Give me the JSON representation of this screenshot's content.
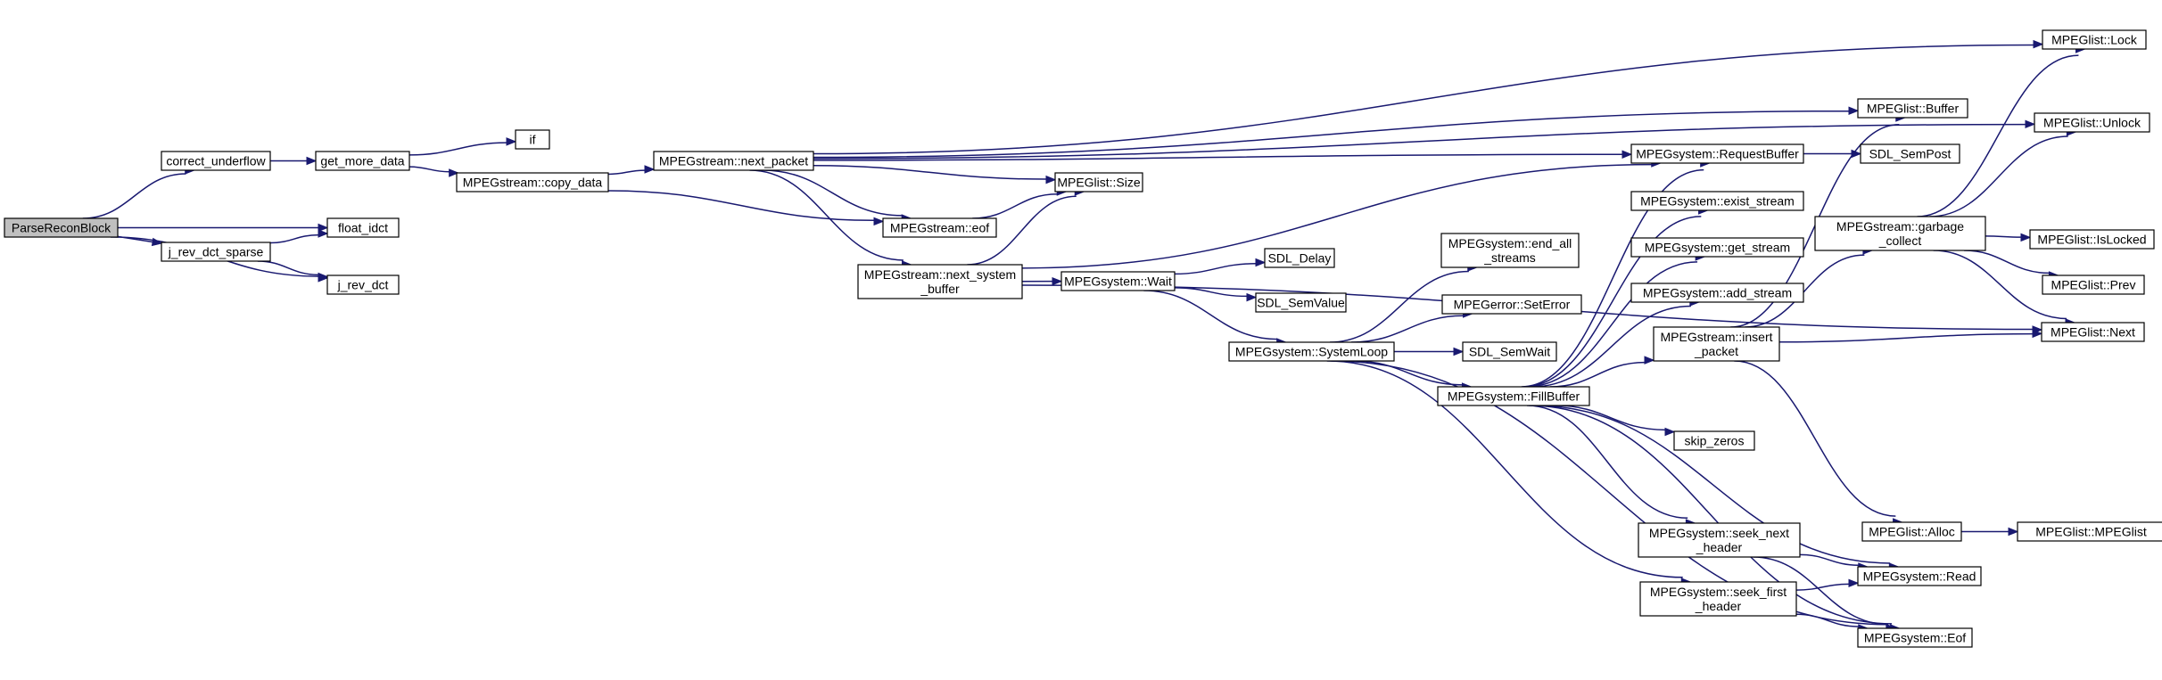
{
  "colors": {
    "edge": "#191970",
    "root_fill": "#bfbfbf",
    "node_fill": "#ffffff",
    "border": "#000000"
  },
  "nodes": [
    {
      "id": "parsereconblock",
      "lines": [
        "ParseReconBlock"
      ],
      "root": true
    },
    {
      "id": "correct_underflow",
      "lines": [
        "correct_underflow"
      ]
    },
    {
      "id": "get_more_data",
      "lines": [
        "get_more_data"
      ]
    },
    {
      "id": "if",
      "lines": [
        "if"
      ]
    },
    {
      "id": "copy_data",
      "lines": [
        "MPEGstream::copy_data"
      ]
    },
    {
      "id": "float_idct",
      "lines": [
        "float_idct"
      ]
    },
    {
      "id": "j_rev_dct_sparse",
      "lines": [
        "j_rev_dct_sparse"
      ]
    },
    {
      "id": "j_rev_dct",
      "lines": [
        "j_rev_dct"
      ]
    },
    {
      "id": "next_packet",
      "lines": [
        "MPEGstream::next_packet"
      ]
    },
    {
      "id": "stream_eof",
      "lines": [
        "MPEGstream::eof"
      ]
    },
    {
      "id": "next_system_buffer",
      "lines": [
        "MPEGstream::next_system",
        "_buffer"
      ]
    },
    {
      "id": "list_size",
      "lines": [
        "MPEGlist::Size"
      ]
    },
    {
      "id": "sys_wait",
      "lines": [
        "MPEGsystem::Wait"
      ]
    },
    {
      "id": "sdl_delay",
      "lines": [
        "SDL_Delay"
      ]
    },
    {
      "id": "sdl_semvalue",
      "lines": [
        "SDL_SemValue"
      ]
    },
    {
      "id": "systemloop",
      "lines": [
        "MPEGsystem::SystemLoop"
      ]
    },
    {
      "id": "end_all_streams",
      "lines": [
        "MPEGsystem::end_all",
        "_streams"
      ]
    },
    {
      "id": "seterror",
      "lines": [
        "MPEGerror::SetError"
      ]
    },
    {
      "id": "sdl_semwait",
      "lines": [
        "SDL_SemWait"
      ]
    },
    {
      "id": "fillbuffer",
      "lines": [
        "MPEGsystem::FillBuffer"
      ]
    },
    {
      "id": "requestbuffer",
      "lines": [
        "MPEGsystem::RequestBuffer"
      ]
    },
    {
      "id": "exist_stream",
      "lines": [
        "MPEGsystem::exist_stream"
      ]
    },
    {
      "id": "get_stream",
      "lines": [
        "MPEGsystem::get_stream"
      ]
    },
    {
      "id": "add_stream",
      "lines": [
        "MPEGsystem::add_stream"
      ]
    },
    {
      "id": "insert_packet",
      "lines": [
        "MPEGstream::insert",
        "_packet"
      ]
    },
    {
      "id": "skip_zeros",
      "lines": [
        "skip_zeros"
      ]
    },
    {
      "id": "seek_next_header",
      "lines": [
        "MPEGsystem::seek_next",
        "_header"
      ]
    },
    {
      "id": "seek_first_header",
      "lines": [
        "MPEGsystem::seek_first",
        "_header"
      ]
    },
    {
      "id": "list_buffer",
      "lines": [
        "MPEGlist::Buffer"
      ]
    },
    {
      "id": "sdl_sempost",
      "lines": [
        "SDL_SemPost"
      ]
    },
    {
      "id": "garbage_collect",
      "lines": [
        "MPEGstream::garbage",
        "_collect"
      ]
    },
    {
      "id": "list_alloc",
      "lines": [
        "MPEGlist::Alloc"
      ]
    },
    {
      "id": "sys_read",
      "lines": [
        "MPEGsystem::Read"
      ]
    },
    {
      "id": "sys_eof",
      "lines": [
        "MPEGsystem::Eof"
      ]
    },
    {
      "id": "list_lock",
      "lines": [
        "MPEGlist::Lock"
      ]
    },
    {
      "id": "list_unlock",
      "lines": [
        "MPEGlist::Unlock"
      ]
    },
    {
      "id": "list_islocked",
      "lines": [
        "MPEGlist::IsLocked"
      ]
    },
    {
      "id": "list_prev",
      "lines": [
        "MPEGlist::Prev"
      ]
    },
    {
      "id": "list_next",
      "lines": [
        "MPEGlist::Next"
      ]
    },
    {
      "id": "list_ctor",
      "lines": [
        "MPEGlist::MPEGlist"
      ]
    }
  ],
  "edges": [
    [
      "parsereconblock",
      "correct_underflow"
    ],
    [
      "parsereconblock",
      "float_idct"
    ],
    [
      "parsereconblock",
      "j_rev_dct_sparse"
    ],
    [
      "parsereconblock",
      "j_rev_dct"
    ],
    [
      "correct_underflow",
      "get_more_data"
    ],
    [
      "get_more_data",
      "if"
    ],
    [
      "get_more_data",
      "copy_data"
    ],
    [
      "j_rev_dct_sparse",
      "float_idct"
    ],
    [
      "j_rev_dct_sparse",
      "j_rev_dct"
    ],
    [
      "copy_data",
      "next_packet"
    ],
    [
      "copy_data",
      "stream_eof"
    ],
    [
      "next_packet",
      "list_lock"
    ],
    [
      "next_packet",
      "list_unlock"
    ],
    [
      "next_packet",
      "list_buffer"
    ],
    [
      "next_packet",
      "requestbuffer"
    ],
    [
      "next_packet",
      "list_size"
    ],
    [
      "next_packet",
      "stream_eof"
    ],
    [
      "next_packet",
      "next_system_buffer"
    ],
    [
      "stream_eof",
      "list_size"
    ],
    [
      "next_system_buffer",
      "list_size"
    ],
    [
      "next_system_buffer",
      "requestbuffer"
    ],
    [
      "next_system_buffer",
      "sys_wait"
    ],
    [
      "next_system_buffer",
      "list_next"
    ],
    [
      "sys_wait",
      "sdl_delay"
    ],
    [
      "sys_wait",
      "sdl_semvalue"
    ],
    [
      "sys_wait",
      "systemloop"
    ],
    [
      "systemloop",
      "end_all_streams"
    ],
    [
      "systemloop",
      "seterror"
    ],
    [
      "systemloop",
      "sdl_semwait"
    ],
    [
      "systemloop",
      "fillbuffer"
    ],
    [
      "systemloop",
      "seek_first_header"
    ],
    [
      "systemloop",
      "sys_eof"
    ],
    [
      "fillbuffer",
      "requestbuffer"
    ],
    [
      "fillbuffer",
      "exist_stream"
    ],
    [
      "fillbuffer",
      "get_stream"
    ],
    [
      "fillbuffer",
      "add_stream"
    ],
    [
      "fillbuffer",
      "insert_packet"
    ],
    [
      "fillbuffer",
      "skip_zeros"
    ],
    [
      "fillbuffer",
      "seek_next_header"
    ],
    [
      "fillbuffer",
      "sys_read"
    ],
    [
      "fillbuffer",
      "sys_eof"
    ],
    [
      "requestbuffer",
      "sdl_sempost"
    ],
    [
      "insert_packet",
      "list_buffer"
    ],
    [
      "insert_packet",
      "garbage_collect"
    ],
    [
      "insert_packet",
      "list_next"
    ],
    [
      "insert_packet",
      "list_alloc"
    ],
    [
      "garbage_collect",
      "list_lock"
    ],
    [
      "garbage_collect",
      "list_unlock"
    ],
    [
      "garbage_collect",
      "list_islocked"
    ],
    [
      "garbage_collect",
      "list_prev"
    ],
    [
      "garbage_collect",
      "list_next"
    ],
    [
      "list_alloc",
      "list_ctor"
    ],
    [
      "seek_next_header",
      "sys_read"
    ],
    [
      "seek_next_header",
      "sys_eof"
    ],
    [
      "seek_first_header",
      "sys_read"
    ],
    [
      "seek_first_header",
      "sys_eof"
    ]
  ]
}
